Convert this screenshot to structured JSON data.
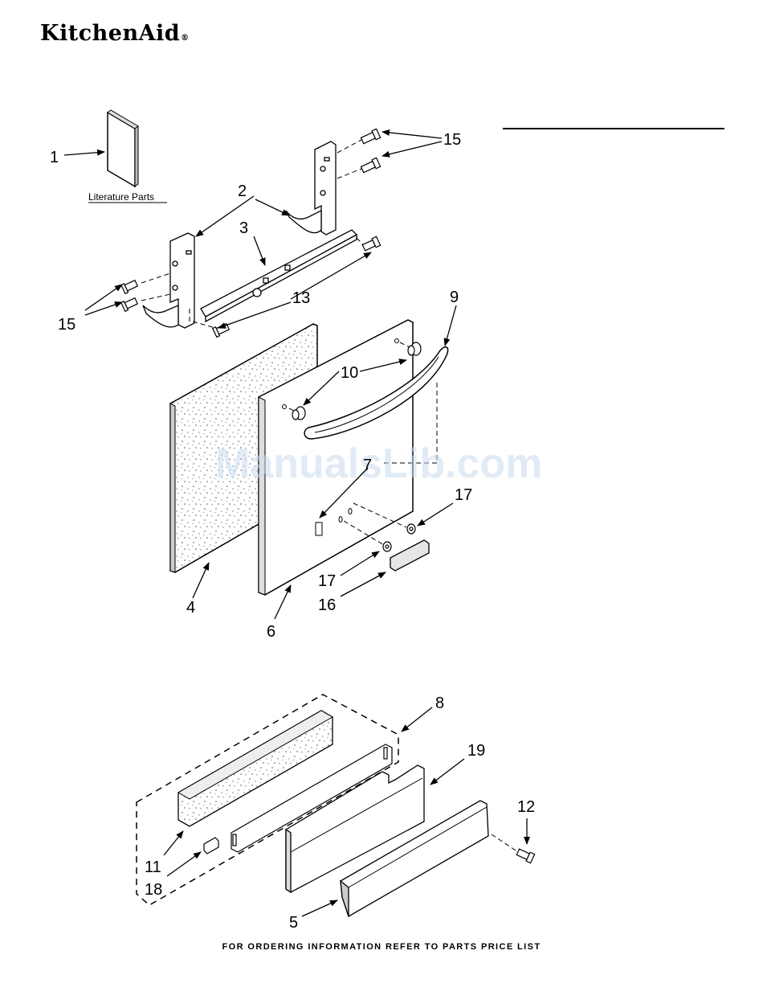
{
  "header": {
    "brand": "KitchenAid",
    "registered_mark": "®"
  },
  "diagram": {
    "literature_label": "Literature Parts",
    "watermark": "ManualsLib.com",
    "callouts": {
      "c1": "1",
      "c2": "2",
      "c3": "3",
      "c4": "4",
      "c5": "5",
      "c6": "6",
      "c7": "7",
      "c8": "8",
      "c9": "9",
      "c10": "10",
      "c11": "11",
      "c12": "12",
      "c13": "13",
      "c15a": "15",
      "c15b": "15",
      "c16": "16",
      "c17a": "17",
      "c17b": "17",
      "c18": "18",
      "c19": "19"
    }
  },
  "footer": {
    "text": "FOR ORDERING INFORMATION REFER TO PARTS PRICE LIST"
  }
}
